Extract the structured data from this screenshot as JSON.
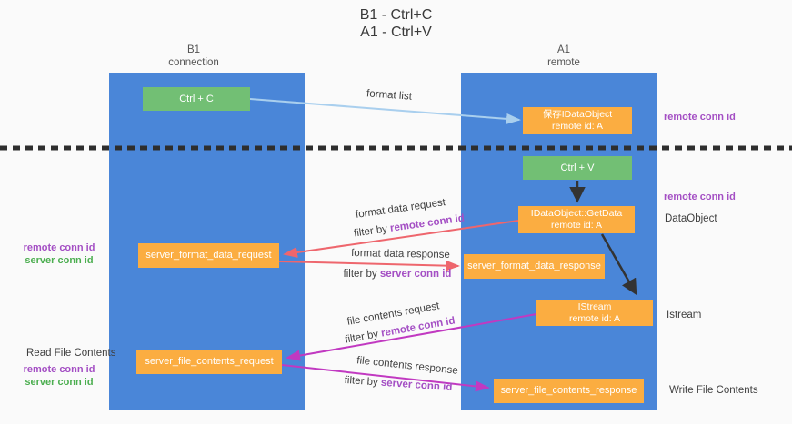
{
  "title": {
    "line1": "B1 - Ctrl+C",
    "line2": "A1 - Ctrl+V"
  },
  "lanes": {
    "left": {
      "title": "B1",
      "subtitle": "connection"
    },
    "right": {
      "title": "A1",
      "subtitle": "remote"
    }
  },
  "boxes": {
    "ctrl_c": {
      "label": "Ctrl + C"
    },
    "save_idataobject": {
      "line1": "保存IDataObject",
      "line2": "remote id: A"
    },
    "ctrl_v": {
      "label": "Ctrl + V"
    },
    "getdata": {
      "line1": "IDataObject::GetData",
      "line2": "remote id: A"
    },
    "server_format_data_request": {
      "label": "server_format_data_request"
    },
    "server_format_data_response": {
      "label": "server_format_data_response"
    },
    "istream": {
      "line1": "IStream",
      "line2": "remote id: A"
    },
    "server_file_contents_request": {
      "label": "server_file_contents_request"
    },
    "server_file_contents_response": {
      "label": "server_file_contents_response"
    }
  },
  "right_labels": {
    "remote_conn_id_top": "remote conn id",
    "remote_conn_id_mid": "remote conn id",
    "dataobject": "DataObject",
    "istream": "Istream",
    "write_file_contents": "Write File Contents"
  },
  "left_labels": {
    "remote_conn_id_mid": "remote conn id",
    "server_conn_id_mid": "server conn id",
    "read_file_contents": "Read File Contents",
    "remote_conn_id_bottom": "remote conn id",
    "server_conn_id_bottom": "server conn id"
  },
  "arrow_labels": {
    "format_list": "format list",
    "format_data_request": "format data request",
    "filter_format_request": {
      "prefix": "filter by ",
      "value": "remote conn id"
    },
    "format_data_response": "format data response",
    "filter_format_response": {
      "prefix": "filter by ",
      "value": "server conn id"
    },
    "file_contents_request": "file contents request",
    "filter_file_request": {
      "prefix": "filter by ",
      "value": "remote conn id"
    },
    "file_contents_response": "file contents response",
    "filter_file_response": {
      "prefix": "filter by ",
      "value": "server conn id"
    }
  },
  "colors": {
    "lane_blue": "#4a86d8",
    "box_green": "#72bf74",
    "box_orange": "#fbad41",
    "arrow_light_blue": "#a9cfee",
    "arrow_red": "#ee666d",
    "arrow_magenta": "#c139c1",
    "arrow_black": "#333333",
    "divider_black": "#2e2e2e",
    "label_purple": "#a44fc4",
    "label_green": "#4cae50"
  }
}
